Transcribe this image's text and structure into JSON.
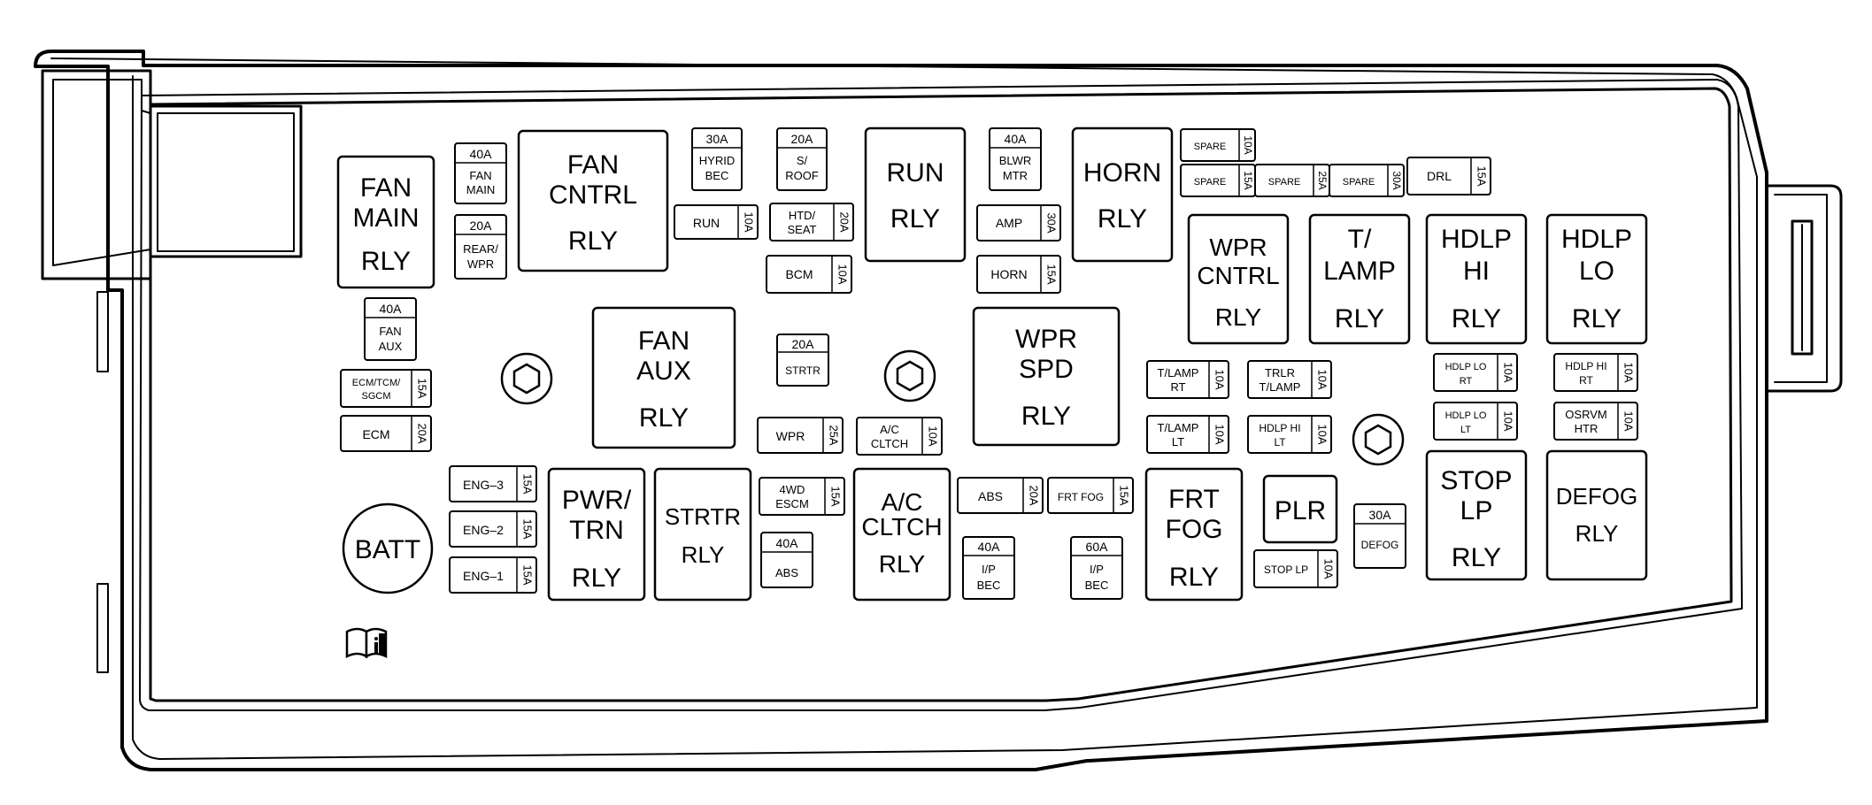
{
  "colors": {
    "line": "#000000",
    "background": "#ffffff"
  },
  "relays": {
    "fan_main": [
      "FAN",
      "MAIN",
      "RLY"
    ],
    "fan_cntrl": [
      "FAN",
      "CNTRL",
      "RLY"
    ],
    "run": [
      "RUN",
      "RLY"
    ],
    "horn": [
      "HORN",
      "RLY"
    ],
    "wpr_cntrl": [
      "WPR",
      "CNTRL",
      "RLY"
    ],
    "t_lamp": [
      "T/",
      "LAMP",
      "RLY"
    ],
    "hdlp_hi": [
      "HDLP",
      "HI",
      "RLY"
    ],
    "hdlp_lo": [
      "HDLP",
      "LO",
      "RLY"
    ],
    "fan_aux": [
      "FAN",
      "AUX",
      "RLY"
    ],
    "wpr_spd": [
      "WPR",
      "SPD",
      "RLY"
    ],
    "pwr_trn": [
      "PWR/",
      "TRN",
      "RLY"
    ],
    "strtr": [
      "STRTR",
      "RLY"
    ],
    "ac_cltch": [
      "A/C",
      "CLTCH",
      "RLY"
    ],
    "frt_fog": [
      "FRT",
      "FOG",
      "RLY"
    ],
    "plr": [
      "PLR"
    ],
    "stop_lp": [
      "STOP",
      "LP",
      "RLY"
    ],
    "defog": [
      "DEFOG",
      "RLY"
    ]
  },
  "fuses": {
    "fan_main_40": {
      "amp": "40A",
      "name": [
        "FAN",
        "MAIN"
      ]
    },
    "rear_wpr_20": {
      "amp": "20A",
      "name": [
        "REAR/",
        "WPR"
      ]
    },
    "fan_aux_40": {
      "amp": "40A",
      "name": [
        "FAN",
        "AUX"
      ]
    },
    "hyrid_bec_30": {
      "amp": "30A",
      "name": [
        "HYRID",
        "BEC"
      ]
    },
    "s_roof_20": {
      "amp": "20A",
      "name": [
        "S/",
        "ROOF"
      ]
    },
    "blwr_mtr_40": {
      "amp": "40A",
      "name": [
        "BLWR",
        "MTR"
      ]
    },
    "strtr_20": {
      "amp": "20A",
      "name": [
        "STRTR"
      ]
    },
    "abs_40": {
      "amp": "40A",
      "name": [
        "ABS"
      ]
    },
    "ip_bec_40": {
      "amp": "40A",
      "name": [
        "I/P",
        "BEC"
      ]
    },
    "ip_bec_60": {
      "amp": "60A",
      "name": [
        "I/P",
        "BEC"
      ]
    },
    "defog_30": {
      "amp": "30A",
      "name": [
        "DEFOG"
      ]
    },
    "ecm_tcm_sgcm": {
      "amp": "15A",
      "name": [
        "ECM/TCM/",
        "SGCM"
      ]
    },
    "ecm": {
      "amp": "20A",
      "name": [
        "ECM"
      ]
    },
    "eng3": {
      "amp": "15A",
      "name": [
        "ENG–3"
      ]
    },
    "eng2": {
      "amp": "15A",
      "name": [
        "ENG–2"
      ]
    },
    "eng1": {
      "amp": "15A",
      "name": [
        "ENG–1"
      ]
    },
    "run": {
      "amp": "10A",
      "name": [
        "RUN"
      ]
    },
    "htd_seat": {
      "amp": "20A",
      "name": [
        "HTD/",
        "SEAT"
      ]
    },
    "bcm": {
      "amp": "10A",
      "name": [
        "BCM"
      ]
    },
    "amp": {
      "amp": "30A",
      "name": [
        "AMP"
      ]
    },
    "horn": {
      "amp": "15A",
      "name": [
        "HORN"
      ]
    },
    "wpr": {
      "amp": "25A",
      "name": [
        "WPR"
      ]
    },
    "ac_cltch": {
      "amp": "10A",
      "name": [
        "A/C",
        "CLTCH"
      ]
    },
    "4wd_escm": {
      "amp": "15A",
      "name": [
        "4WD",
        "ESCM"
      ]
    },
    "abs": {
      "amp": "20A",
      "name": [
        "ABS"
      ]
    },
    "frt_fog": {
      "amp": "15A",
      "name": [
        "FRT FOG"
      ]
    },
    "spare_top": {
      "amp": "10A",
      "name": [
        "SPARE"
      ]
    },
    "spare_1": {
      "amp": "15A",
      "name": [
        "SPARE"
      ]
    },
    "spare_2": {
      "amp": "25A",
      "name": [
        "SPARE"
      ]
    },
    "spare_3": {
      "amp": "30A",
      "name": [
        "SPARE"
      ]
    },
    "drl": {
      "amp": "15A",
      "name": [
        "DRL"
      ]
    },
    "t_lamp_rt": {
      "amp": "10A",
      "name": [
        "T/LAMP",
        "RT"
      ]
    },
    "trlr_t_lamp": {
      "amp": "10A",
      "name": [
        "TRLR",
        "T/LAMP"
      ]
    },
    "t_lamp_lt": {
      "amp": "10A",
      "name": [
        "T/LAMP",
        "LT"
      ]
    },
    "hdlp_hi_lt": {
      "amp": "10A",
      "name": [
        "HDLP HI",
        "LT"
      ]
    },
    "hdlp_lo_rt": {
      "amp": "10A",
      "name": [
        "HDLP LO",
        "RT"
      ]
    },
    "hdlp_hi_rt": {
      "amp": "10A",
      "name": [
        "HDLP HI",
        "RT"
      ]
    },
    "hdlp_lo_lt": {
      "amp": "10A",
      "name": [
        "HDLP LO",
        "LT"
      ]
    },
    "osrvm_htr": {
      "amp": "10A",
      "name": [
        "OSRVM",
        "HTR"
      ]
    },
    "stop_lp": {
      "amp": "10A",
      "name": [
        "STOP LP"
      ]
    }
  },
  "batt": "BATT",
  "icons": [
    "hex-bolt-icon",
    "manual-book-icon"
  ]
}
